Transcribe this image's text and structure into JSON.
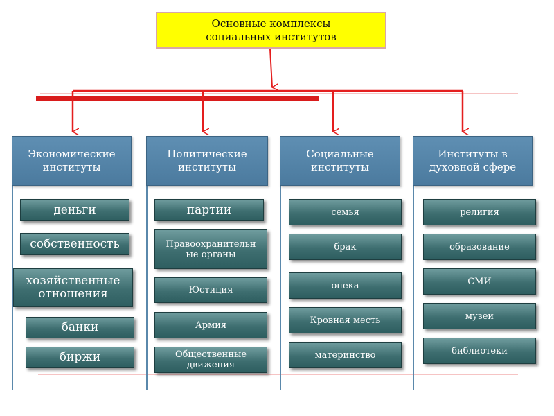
{
  "title": "Основные комплексы\nсоциальных институтов",
  "columns": [
    {
      "header": "Экономические\nинституты",
      "items": [
        "деньги",
        "собственность",
        "хозяйственные\nотношения",
        "банки",
        "биржи"
      ]
    },
    {
      "header": "Политические\nинституты",
      "items": [
        "партии",
        "Правоохранительн\nые органы",
        "Юстиция",
        "Армия",
        "Общественные\nдвижения"
      ]
    },
    {
      "header": "Социальные\nинституты",
      "items": [
        "семья",
        "брак",
        "опека",
        "Кровная месть",
        "материнство"
      ]
    },
    {
      "header": "Институты в\nдуховной сфере",
      "items": [
        "религия",
        "образование",
        "СМИ",
        "музеи",
        "библиотеки"
      ]
    }
  ],
  "colors": {
    "title_bg": "#ffff00",
    "header_bg": "#5a88ab",
    "item_bg": "#3e6e70",
    "connector": "#e41e1e"
  }
}
